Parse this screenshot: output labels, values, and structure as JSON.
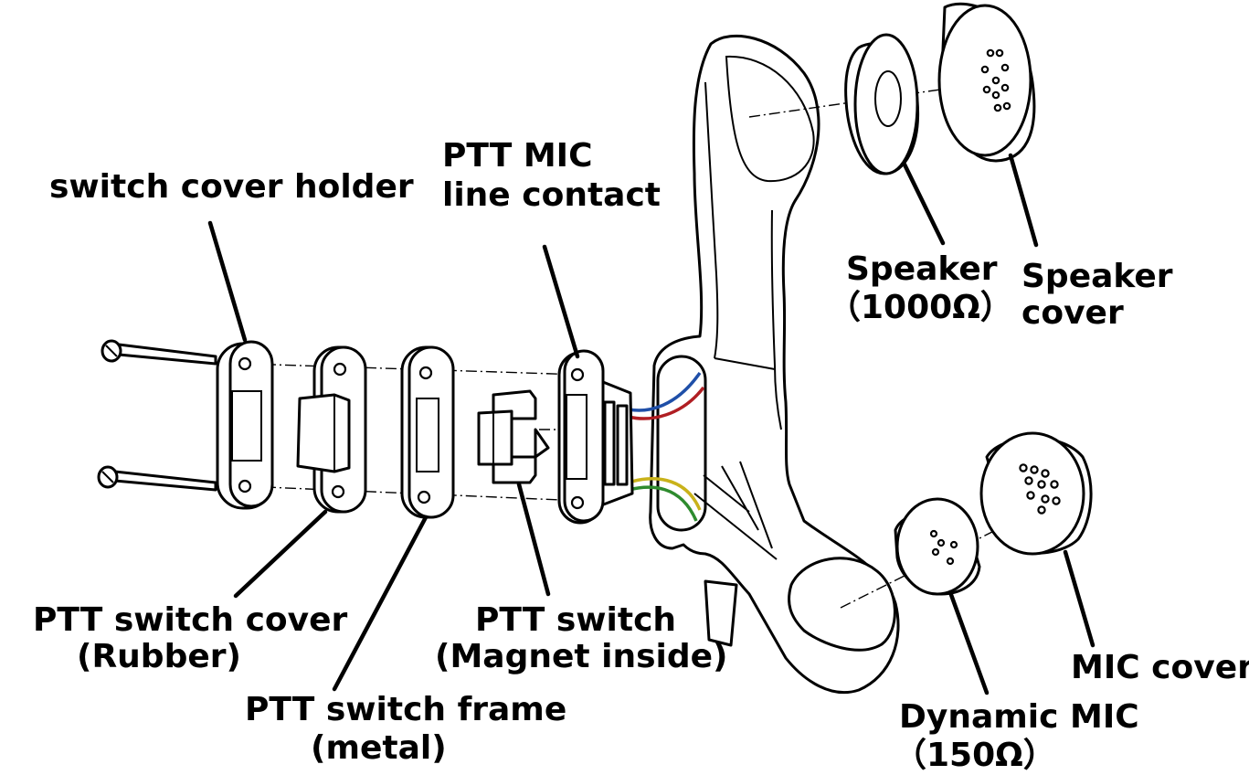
{
  "labels": {
    "switch_cover_holder": "switch cover holder",
    "ptt_mic_line_contact_1": "PTT MIC",
    "ptt_mic_line_contact_2": "line contact",
    "speaker_1": "Speaker",
    "speaker_2": "（1000Ω）",
    "speaker_cover_1": "Speaker",
    "speaker_cover_2": "cover",
    "ptt_switch_cover_1": "PTT switch cover",
    "ptt_switch_cover_2": "(Rubber)",
    "ptt_switch_frame_1": "PTT switch frame",
    "ptt_switch_frame_2": "(metal)",
    "ptt_switch_1": "PTT switch",
    "ptt_switch_2": "(Magnet inside)",
    "mic_cover": "MIC cover",
    "dynamic_mic_1": "Dynamic MIC",
    "dynamic_mic_2": "（150Ω）"
  },
  "colors": {
    "wire_blue": "#1f4fa8",
    "wire_red": "#b01e23",
    "wire_yellow": "#c9b21a",
    "wire_green": "#2e8b2e"
  }
}
